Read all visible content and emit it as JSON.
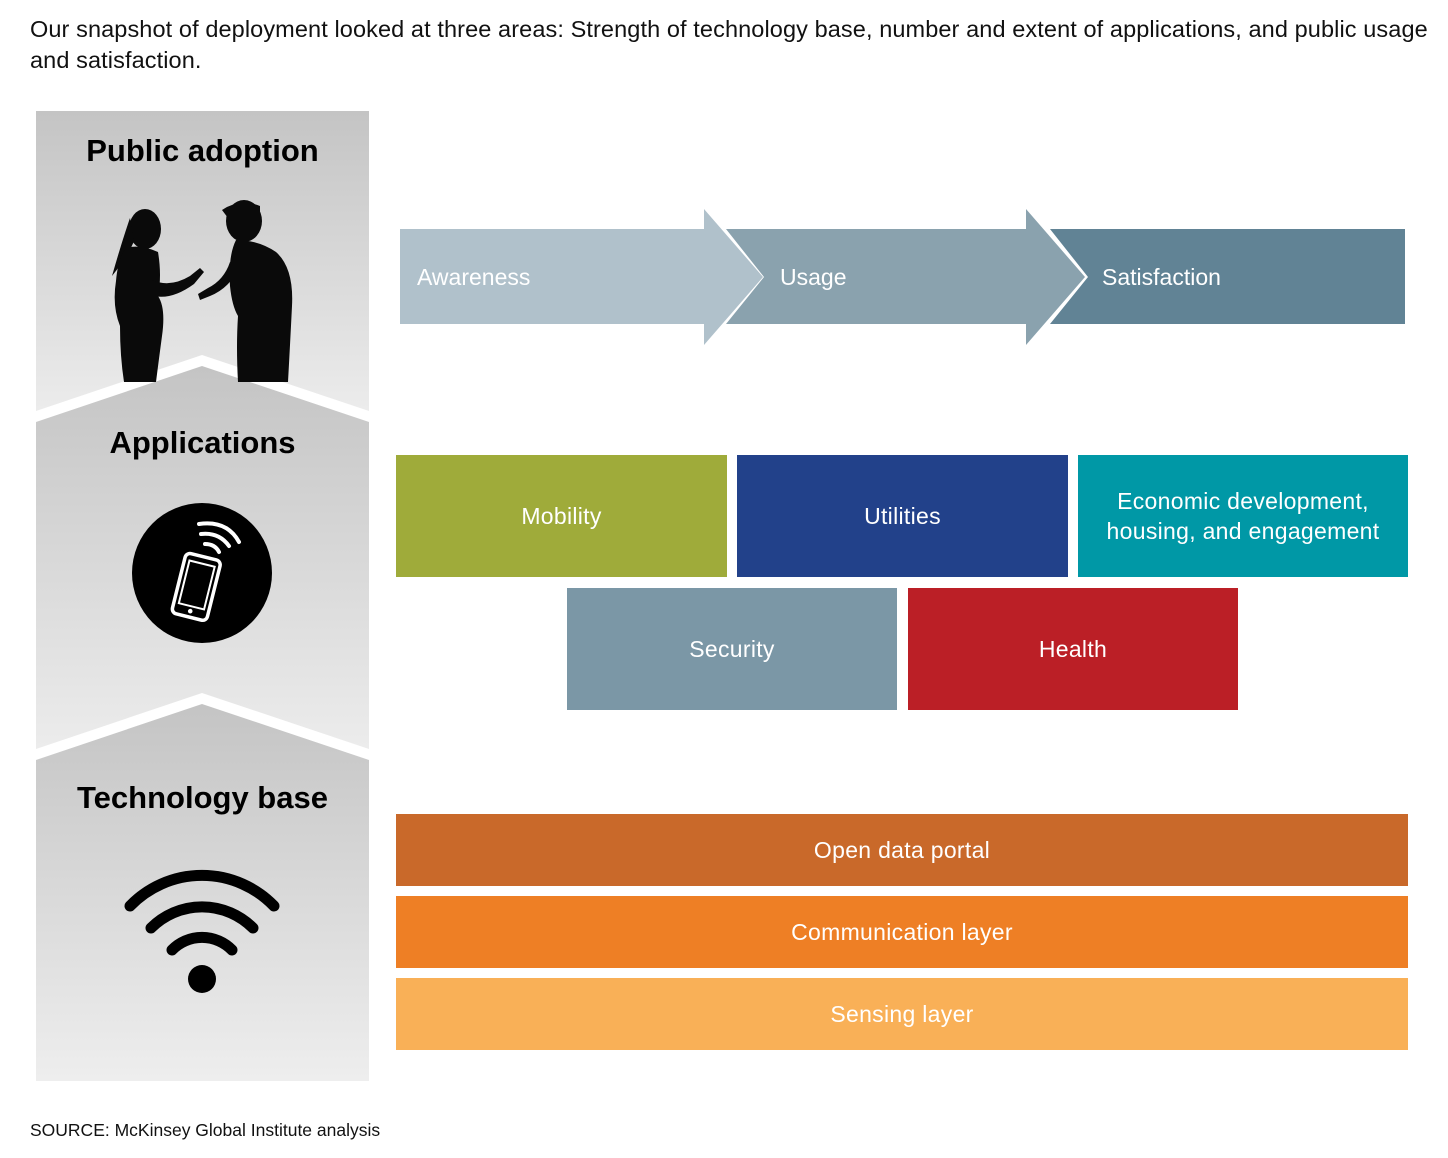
{
  "heading": "Our snapshot of deployment looked at three areas: Strength of technology base, number and extent of applications, and public usage and satisfaction.",
  "sections": {
    "public_adoption": "Public adoption",
    "applications": "Applications",
    "technology_base": "Technology base"
  },
  "adoption_flow": [
    {
      "label": "Awareness",
      "color": "#b0c1cb"
    },
    {
      "label": "Usage",
      "color": "#8aa2ae"
    },
    {
      "label": "Satisfaction",
      "color": "#618395"
    }
  ],
  "application_areas": [
    {
      "label": "Mobility",
      "color": "#9fab3a"
    },
    {
      "label": "Utilities",
      "color": "#22418a"
    },
    {
      "label": "Economic development, housing, and engagement",
      "color": "#0098a6"
    },
    {
      "label": "Security",
      "color": "#7b97a6"
    },
    {
      "label": "Health",
      "color": "#bb1f26"
    }
  ],
  "technology_layers": [
    {
      "label": "Open data portal",
      "color": "#c9692a"
    },
    {
      "label": "Communication layer",
      "color": "#ee7f25"
    },
    {
      "label": "Sensing layer",
      "color": "#f9b057"
    }
  ],
  "icons": {
    "adoption": "people-using-phones-icon",
    "applications": "mobile-phone-icon",
    "technology": "wifi-icon"
  },
  "source": "SOURCE:  McKinsey Global Institute analysis"
}
